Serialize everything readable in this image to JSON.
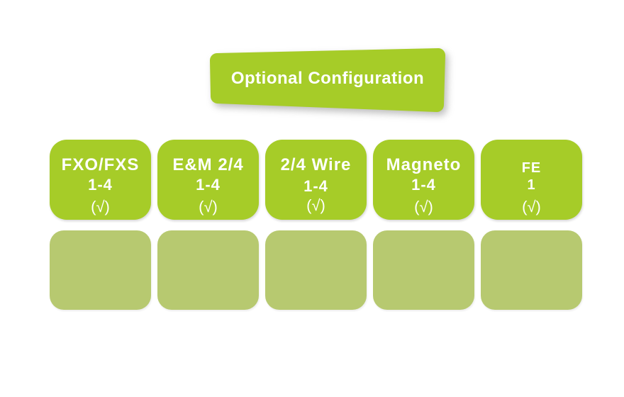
{
  "banner": {
    "label": "Optional Configuration"
  },
  "cards": [
    {
      "title": "FXO/FXS",
      "range": "1-4",
      "check": "(√)"
    },
    {
      "title": "E&M 2/4",
      "range": "1-4",
      "check": "(√)"
    },
    {
      "title": "2/4 Wire",
      "range": "1-4",
      "check": "(√)"
    },
    {
      "title": "Magneto",
      "range": "1-4",
      "check": "(√)"
    },
    {
      "title": "FE",
      "range": "1",
      "check": "(√)"
    }
  ],
  "colors": {
    "bright_green": "#a6cc28",
    "olive": "#b7c970",
    "text": "#ffffff",
    "background": "#ffffff"
  }
}
